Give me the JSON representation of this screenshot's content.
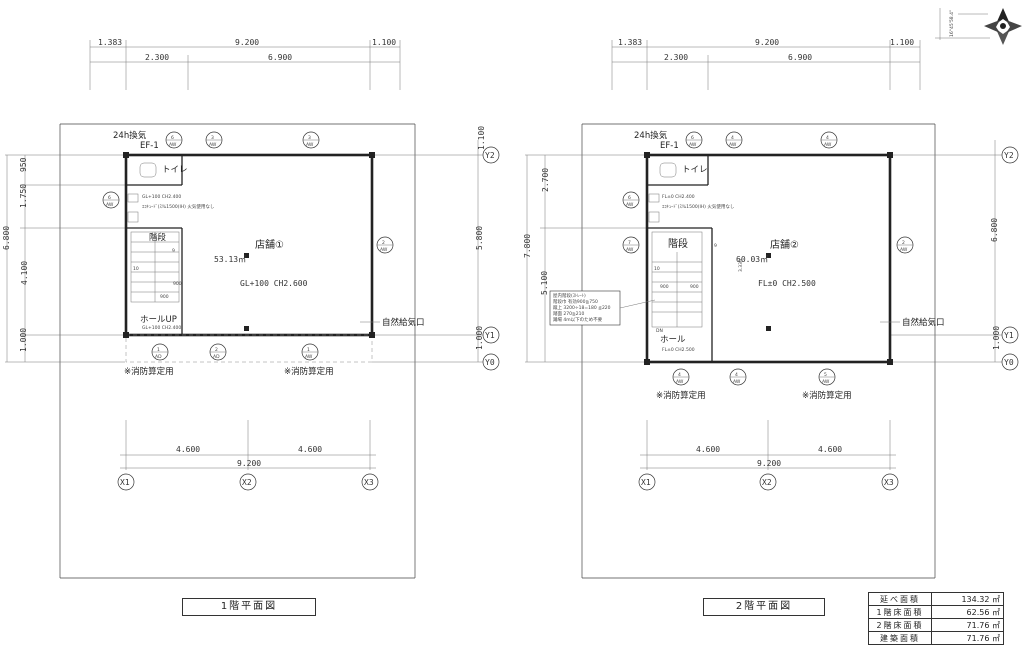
{
  "plan1": {
    "title": "1階平面図",
    "dims_top1": [
      "1.383",
      "9.200",
      "1.100"
    ],
    "dims_top2": [
      "2.300",
      "6.900"
    ],
    "dims_left": [
      "950",
      "1.750",
      "4.100",
      "1.000"
    ],
    "dim_left_total": "6.800",
    "dims_right": [
      "1.100",
      "5.800",
      "1.000"
    ],
    "dims_bottom": [
      "4.600",
      "4.600"
    ],
    "dim_bottom_total": "9.200",
    "ventilation": "24h換気",
    "ef": "EF-1",
    "toilet": "トイレ",
    "stairs": "階段",
    "hall": "ホールUP",
    "shop": "店舗①",
    "shop_area": "53.13㎡",
    "shop_level": "GL+100 CH2.600",
    "air_inlet": "自然給気口",
    "fire_note_left": "※消防算定用",
    "fire_note_right": "※消防算定用",
    "tiny_note1": "GL+100 CH2.400",
    "tiny_note2": "ｴｺｷｭｰﾄﾞ(ｽﾘﾑ1500(IH) 火気使用なし",
    "stair_num": "10",
    "stair_num2": "9",
    "stair_w": "900",
    "stair_w2": "900",
    "bubbles": {
      "top_left": [
        "6",
        "AW"
      ],
      "top_mid1": [
        "3",
        "AW"
      ],
      "top_mid2": [
        "3",
        "AW"
      ],
      "left": [
        "6",
        "AW"
      ],
      "right": [
        "2",
        "AW"
      ],
      "bot1": [
        "1",
        "AD"
      ],
      "bot2": [
        "2",
        "AD"
      ],
      "bot3": [
        "1",
        "AW"
      ]
    },
    "hall_sub": "GL+100 CH2.400"
  },
  "plan2": {
    "title": "2階平面図",
    "dims_top1": [
      "1.383",
      "9.200",
      "1.100"
    ],
    "dims_top2": [
      "2.300",
      "6.900"
    ],
    "dims_left": [
      "2.700",
      "5.100"
    ],
    "dim_left_total": "7.800",
    "dims_right": [
      "6.800",
      "1.000"
    ],
    "dims_bottom": [
      "4.600",
      "4.600"
    ],
    "dim_bottom_total": "9.200",
    "ventilation": "24h換気",
    "ef": "EF-1",
    "toilet": "トイレ",
    "stairs": "階段",
    "hall": "ホール",
    "shop": "店舗②",
    "shop_area": "60.03㎡",
    "shop_level": "FL±0 CH2.500",
    "air_inlet": "自然給気口",
    "fire_note_left": "※消防算定用",
    "fire_note_right": "※消防算定用",
    "dn": "DN",
    "hall_level": "FL±0 CH2.500",
    "stair_num": "10",
    "stair_num2": "9",
    "stair_w": "900",
    "stair_w2": "900",
    "stair_dim": "3.330",
    "tiny_note1": "FL±0 CH2.400",
    "tiny_note2": "ｴｺｷｭｰﾄﾞ(ｽﾘﾑ1500(IH) 火気使用なし",
    "stair_box": [
      "屋内階段(ｽﾄﾚｰﾄ)",
      "階段巾 有効900≧750",
      "蹴上 3200÷18=180 ≦220",
      "踏面 270≧210",
      "踊場 4m以下のため不要"
    ],
    "bubbles": {
      "top_left": [
        "6",
        "AW"
      ],
      "top_mid1": [
        "4",
        "AW"
      ],
      "top_mid2": [
        "4",
        "AW"
      ],
      "left1": [
        "6",
        "AW"
      ],
      "left2": [
        "7",
        "AW"
      ],
      "right": [
        "2",
        "AW"
      ],
      "bot1": [
        "4",
        "AW"
      ],
      "bot2": [
        "4",
        "AW"
      ],
      "bot3": [
        "5",
        "AW"
      ]
    }
  },
  "grid_labels": {
    "y2": "Y2",
    "y1": "Y1",
    "y0": "Y0",
    "x1": "X1",
    "x2": "X2",
    "x3": "X3"
  },
  "north_angle": "16°45'58.4\"",
  "area_table": [
    {
      "label": "延べ面積",
      "value": "134.32 ㎡"
    },
    {
      "label": "1階床面積",
      "value": "62.56 ㎡"
    },
    {
      "label": "2階床面積",
      "value": "71.76 ㎡"
    },
    {
      "label": "建築面積",
      "value": "71.76 ㎡"
    }
  ]
}
